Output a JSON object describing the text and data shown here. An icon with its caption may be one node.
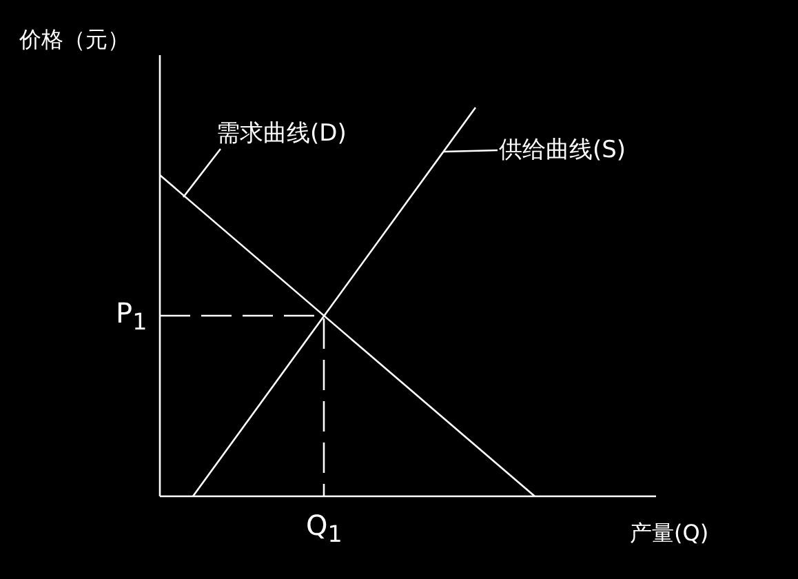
{
  "diagram": {
    "nodes": [
      {
        "text": [
          "需求曲线(D)"
        ]
      },
      {
        "text": [
          "供给曲线(S)"
        ]
      }
    ],
    "edges": [
      {
        "from": 0,
        "to": null,
        "arrow": "none"
      },
      {
        "from": 1,
        "to": null,
        "arrow": "none"
      }
    ],
    "labels": [
      "价格（元）",
      "P$_{1}$",
      "Q$_{1}$",
      "产量(Q)"
    ]
  }
}
